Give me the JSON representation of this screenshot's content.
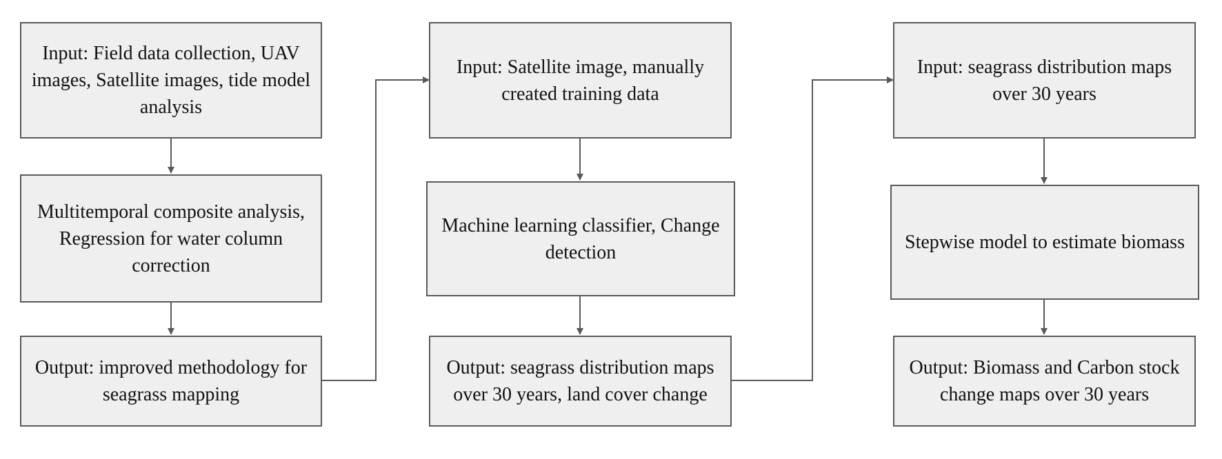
{
  "diagram": {
    "nodes": [
      {
        "id": "col1-input",
        "text": "Input: Field data collection, UAV images, Satellite images, tide model analysis"
      },
      {
        "id": "col1-process",
        "text": "Multitemporal composite analysis, Regression for water column correction"
      },
      {
        "id": "col1-output",
        "text": "Output: improved methodology for seagrass mapping"
      },
      {
        "id": "col2-input",
        "text": "Input: Satellite image, manually created training data"
      },
      {
        "id": "col2-process",
        "text": "Machine learning classifier, Change detection"
      },
      {
        "id": "col2-output",
        "text": "Output: seagrass distribution maps over 30 years, land cover change"
      },
      {
        "id": "col3-input",
        "text": "Input: seagrass distribution maps over 30 years"
      },
      {
        "id": "col3-process",
        "text": "Stepwise model to estimate biomass"
      },
      {
        "id": "col3-output",
        "text": "Output: Biomass and Carbon stock change maps over 30 years"
      }
    ],
    "edges": [
      {
        "from": "col1-input",
        "to": "col1-process"
      },
      {
        "from": "col1-process",
        "to": "col1-output"
      },
      {
        "from": "col1-output",
        "to": "col2-input"
      },
      {
        "from": "col2-input",
        "to": "col2-process"
      },
      {
        "from": "col2-process",
        "to": "col2-output"
      },
      {
        "from": "col2-output",
        "to": "col3-input"
      },
      {
        "from": "col3-input",
        "to": "col3-process"
      },
      {
        "from": "col3-process",
        "to": "col3-output"
      }
    ],
    "colors": {
      "node_fill": "#efefef",
      "node_border": "#595959",
      "connector": "#595959",
      "text": "#111111"
    }
  }
}
